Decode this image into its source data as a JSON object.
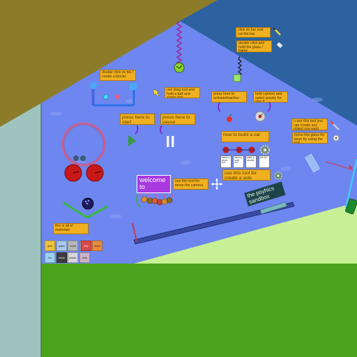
{
  "notes": {
    "hint_top_left": "double click on tile / create a blocks",
    "hint_drag": "use drag tool and hold a ball and shake him",
    "hint_click_bar": "click on bar and cut the bar",
    "hint_glass": "double click and hold the glass / frame",
    "hint_toggle": "press here to activate/inactive",
    "hint_cannon": "hold cannon and select gravity for play it",
    "hint_start": "press here to start",
    "hint_pause": "press here to pause",
    "hint_see_tool": "u see this tool you can create any object you want",
    "hint_move_glass": "move this glass for laser by using the tool",
    "hint_build_car": "how to build a car",
    "hint_axle": "use this tool for create a axle",
    "hint_camera": "use this tool for move the camera",
    "hint_material": "this is all of materials"
  },
  "welcome": "welcome to",
  "title_sign": "the psyhics sandbox",
  "info_cards": [
    "select a wheel tool",
    "select a body tool",
    "place a wheels",
    "join all"
  ],
  "materials": [
    {
      "label": "gold",
      "color": "#f2c43c"
    },
    {
      "label": "glass",
      "color": "#a8c8ec"
    },
    {
      "label": "metal",
      "color": "#b8b8bc"
    },
    {
      "label": "rubber",
      "color": "#9a9ab2"
    },
    {
      "label": "jelly",
      "color": "#d84a4a"
    },
    {
      "label": "wood",
      "color": "#e88a3c"
    },
    {
      "label": "ice",
      "color": "#9ed2f2"
    },
    {
      "label": "stone",
      "color": "#3c3c3c"
    },
    {
      "label": "plastic",
      "color": "#d8d8dc"
    },
    {
      "label": "brick",
      "color": "#cdb2c4"
    }
  ],
  "colors": {
    "sky": "#6e86f0",
    "wall_olive": "#8c7c2a",
    "wall_blue": "#2c62a0",
    "floor_green": "#4ca41c",
    "ramp_green": "#c8f096",
    "side_teal": "#9fc4bf",
    "note_yellow": "#f0b020"
  },
  "icons": {
    "play": "play-icon",
    "pause": "pause-icon",
    "move": "move-camera-icon",
    "gear": "gear-icon",
    "laser": "laser-icon"
  }
}
